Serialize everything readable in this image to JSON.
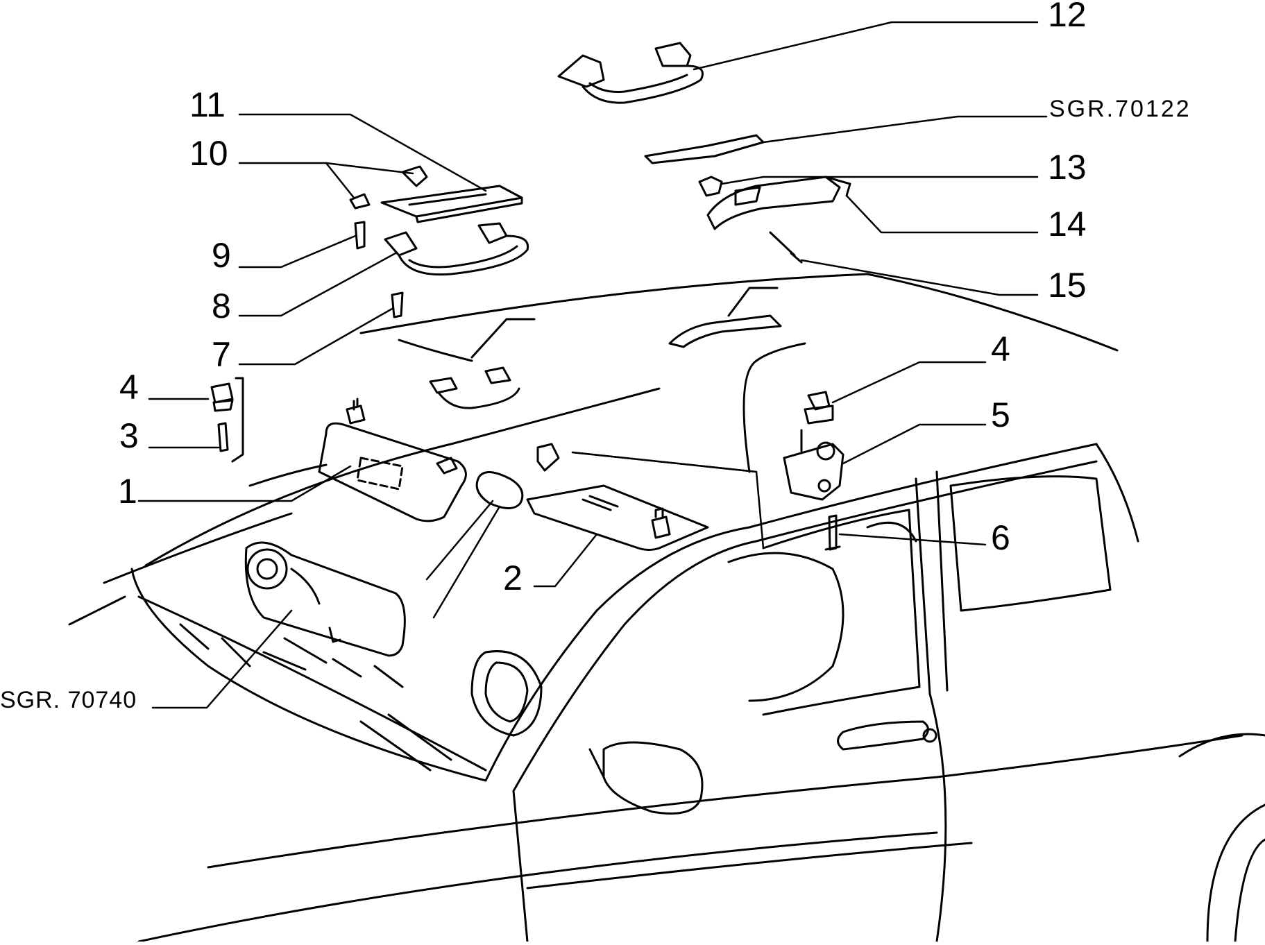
{
  "diagram": {
    "callouts": [
      {
        "id": "1",
        "text": "1"
      },
      {
        "id": "2",
        "text": "2"
      },
      {
        "id": "3",
        "text": "3"
      },
      {
        "id": "4a",
        "text": "4"
      },
      {
        "id": "4b",
        "text": "4"
      },
      {
        "id": "5",
        "text": "5"
      },
      {
        "id": "6",
        "text": "6"
      },
      {
        "id": "7",
        "text": "7"
      },
      {
        "id": "8",
        "text": "8"
      },
      {
        "id": "9",
        "text": "9"
      },
      {
        "id": "10",
        "text": "10"
      },
      {
        "id": "11",
        "text": "11"
      },
      {
        "id": "12",
        "text": "12"
      },
      {
        "id": "13",
        "text": "13"
      },
      {
        "id": "14",
        "text": "14"
      },
      {
        "id": "15",
        "text": "15"
      }
    ],
    "references": [
      {
        "id": "sgr-70122",
        "text": "SGR.70122"
      },
      {
        "id": "sgr-70740",
        "text": "SGR. 70740"
      }
    ]
  }
}
